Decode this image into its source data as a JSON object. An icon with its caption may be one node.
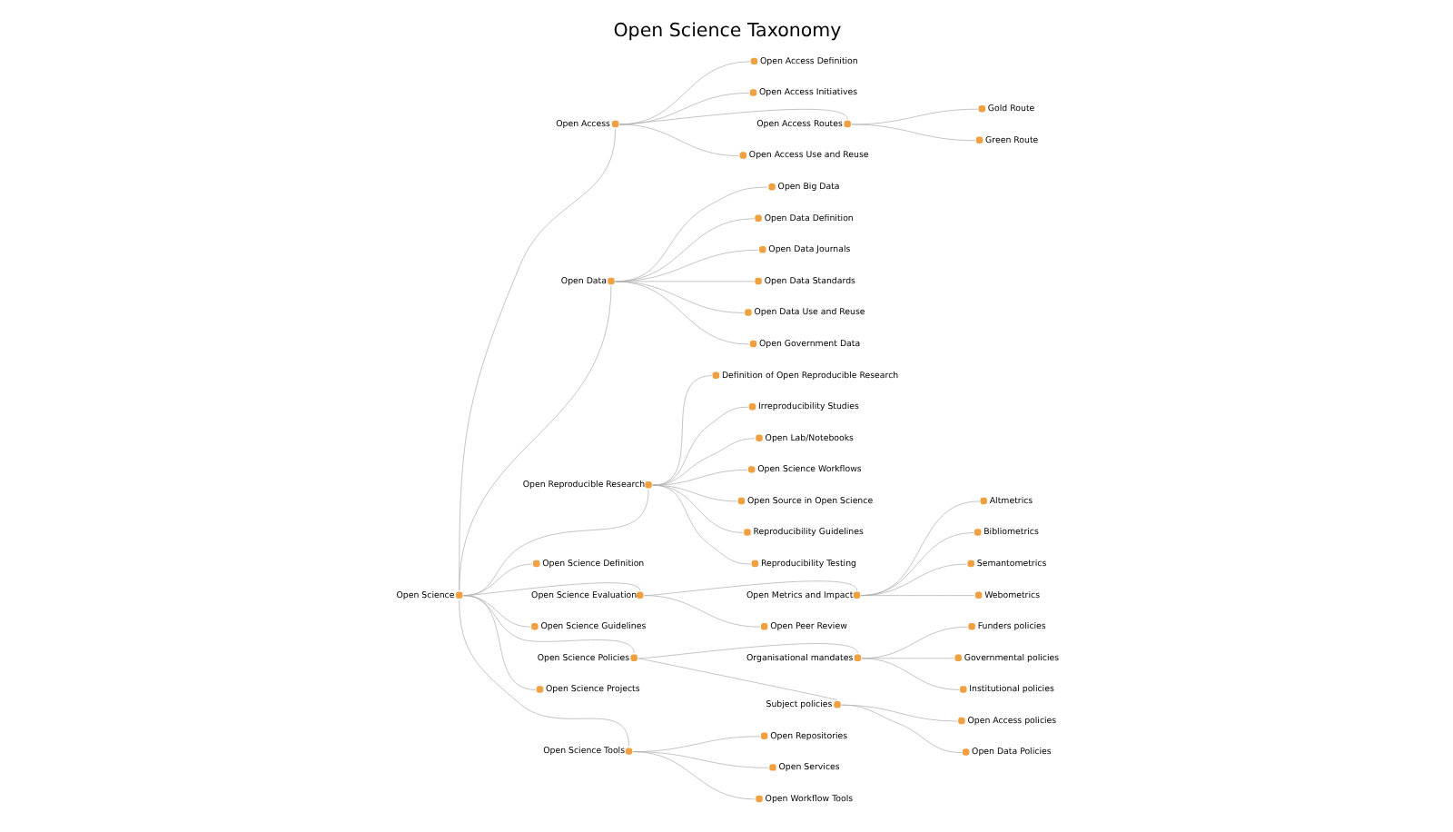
{
  "diagram": {
    "title": "Open Science Taxonomy",
    "nodes": [
      {
        "text": [
          "Open Science"
        ]
      },
      {
        "text": [
          "Open Access"
        ]
      },
      {
        "text": [
          "Open Access Definition"
        ]
      },
      {
        "text": [
          "Open Access Initiatives"
        ]
      },
      {
        "text": [
          "Open Access Routes"
        ]
      },
      {
        "text": [
          "Gold Route"
        ]
      },
      {
        "text": [
          "Green Route"
        ]
      },
      {
        "text": [
          "Open Access Use and Reuse"
        ]
      },
      {
        "text": [
          "Open Data"
        ]
      },
      {
        "text": [
          "Open Big Data"
        ]
      },
      {
        "text": [
          "Open Data Definition"
        ]
      },
      {
        "text": [
          "Open Data Journals"
        ]
      },
      {
        "text": [
          "Open Data Standards"
        ]
      },
      {
        "text": [
          "Open Data Use and Reuse"
        ]
      },
      {
        "text": [
          "Open Government Data"
        ]
      },
      {
        "text": [
          "Open Reproducible Research"
        ]
      },
      {
        "text": [
          "Definition of Open Reproducible Research"
        ]
      },
      {
        "text": [
          "Irreproducibility Studies"
        ]
      },
      {
        "text": [
          "Open Lab/Notebooks"
        ]
      },
      {
        "text": [
          "Open Science Workflows"
        ]
      },
      {
        "text": [
          "Open Source in Open Science"
        ]
      },
      {
        "text": [
          "Reproducibility Guidelines"
        ]
      },
      {
        "text": [
          "Reproducibility Testing"
        ]
      },
      {
        "text": [
          "Open Science Definition"
        ]
      },
      {
        "text": [
          "Open Science Evaluation"
        ]
      },
      {
        "text": [
          "Open Metrics and Impact"
        ]
      },
      {
        "text": [
          "Altmetrics"
        ]
      },
      {
        "text": [
          "Bibliometrics"
        ]
      },
      {
        "text": [
          "Semantometrics"
        ]
      },
      {
        "text": [
          "Webometrics"
        ]
      },
      {
        "text": [
          "Open Peer Review"
        ]
      },
      {
        "text": [
          "Open Science Guidelines"
        ]
      },
      {
        "text": [
          "Open Science Policies"
        ]
      },
      {
        "text": [
          "Organisational mandates"
        ]
      },
      {
        "text": [
          "Funders policies"
        ]
      },
      {
        "text": [
          "Governmental policies"
        ]
      },
      {
        "text": [
          "Institutional policies"
        ]
      },
      {
        "text": [
          "Subject policies"
        ]
      },
      {
        "text": [
          "Open Access policies"
        ]
      },
      {
        "text": [
          "Open Data Policies"
        ]
      },
      {
        "text": [
          "Open Science Projects"
        ]
      },
      {
        "text": [
          "Open Science Tools"
        ]
      },
      {
        "text": [
          "Open Repositories"
        ]
      },
      {
        "text": [
          "Open Services"
        ]
      },
      {
        "text": [
          "Open Workflow Tools"
        ]
      }
    ],
    "edges": [
      {
        "from": 0,
        "to": 1,
        "arrow": "none"
      },
      {
        "from": 1,
        "to": 2,
        "arrow": "none"
      },
      {
        "from": 1,
        "to": 3,
        "arrow": "none"
      },
      {
        "from": 1,
        "to": 4,
        "arrow": "none"
      },
      {
        "from": 4,
        "to": 5,
        "arrow": "none"
      },
      {
        "from": 4,
        "to": 6,
        "arrow": "none"
      },
      {
        "from": 1,
        "to": 7,
        "arrow": "none"
      },
      {
        "from": 0,
        "to": 8,
        "arrow": "none"
      },
      {
        "from": 8,
        "to": 9,
        "arrow": "none"
      },
      {
        "from": 8,
        "to": 10,
        "arrow": "none"
      },
      {
        "from": 8,
        "to": 11,
        "arrow": "none"
      },
      {
        "from": 8,
        "to": 12,
        "arrow": "none"
      },
      {
        "from": 8,
        "to": 13,
        "arrow": "none"
      },
      {
        "from": 8,
        "to": 14,
        "arrow": "none"
      },
      {
        "from": 0,
        "to": 15,
        "arrow": "none"
      },
      {
        "from": 15,
        "to": 16,
        "arrow": "none"
      },
      {
        "from": 15,
        "to": 17,
        "arrow": "none"
      },
      {
        "from": 15,
        "to": 18,
        "arrow": "none"
      },
      {
        "from": 15,
        "to": 19,
        "arrow": "none"
      },
      {
        "from": 15,
        "to": 20,
        "arrow": "none"
      },
      {
        "from": 15,
        "to": 21,
        "arrow": "none"
      },
      {
        "from": 15,
        "to": 22,
        "arrow": "none"
      },
      {
        "from": 0,
        "to": 23,
        "arrow": "none"
      },
      {
        "from": 0,
        "to": 24,
        "arrow": "none"
      },
      {
        "from": 24,
        "to": 25,
        "arrow": "none"
      },
      {
        "from": 25,
        "to": 26,
        "arrow": "none"
      },
      {
        "from": 25,
        "to": 27,
        "arrow": "none"
      },
      {
        "from": 25,
        "to": 28,
        "arrow": "none"
      },
      {
        "from": 25,
        "to": 29,
        "arrow": "none"
      },
      {
        "from": 24,
        "to": 30,
        "arrow": "none"
      },
      {
        "from": 0,
        "to": 31,
        "arrow": "none"
      },
      {
        "from": 0,
        "to": 32,
        "arrow": "none"
      },
      {
        "from": 32,
        "to": 33,
        "arrow": "none"
      },
      {
        "from": 33,
        "to": 34,
        "arrow": "none"
      },
      {
        "from": 33,
        "to": 35,
        "arrow": "none"
      },
      {
        "from": 33,
        "to": 36,
        "arrow": "none"
      },
      {
        "from": 32,
        "to": 37,
        "arrow": "none"
      },
      {
        "from": 37,
        "to": 38,
        "arrow": "none"
      },
      {
        "from": 37,
        "to": 39,
        "arrow": "none"
      },
      {
        "from": 0,
        "to": 40,
        "arrow": "none"
      },
      {
        "from": 0,
        "to": 41,
        "arrow": "none"
      },
      {
        "from": 41,
        "to": 42,
        "arrow": "none"
      },
      {
        "from": 41,
        "to": 43,
        "arrow": "none"
      },
      {
        "from": 41,
        "to": 44,
        "arrow": "none"
      }
    ]
  }
}
